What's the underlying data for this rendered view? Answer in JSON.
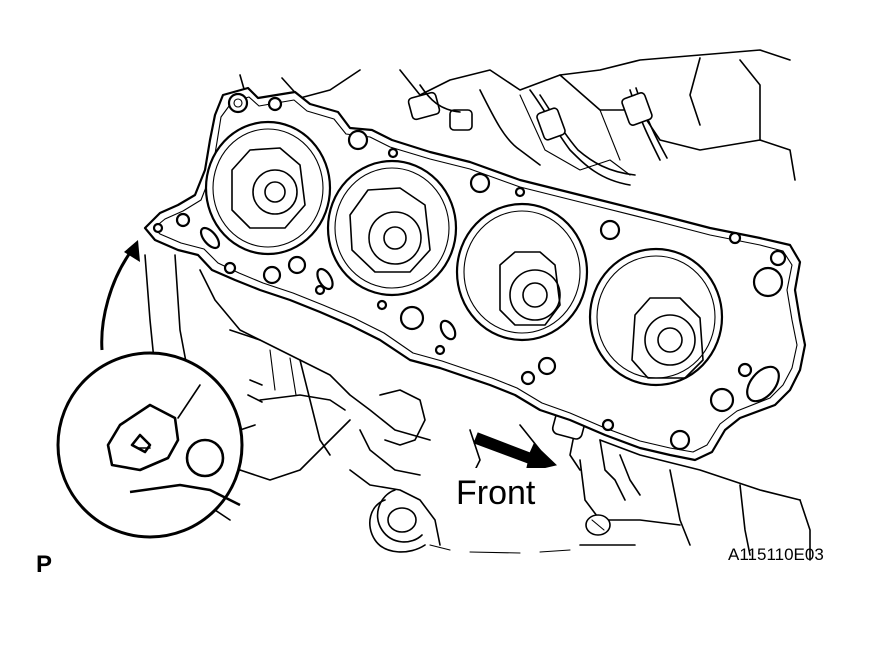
{
  "labels": {
    "front": "Front",
    "figure_id": "A115110E03",
    "page_marker": "P"
  },
  "icons": {
    "direction_arrow": "front-arrow-icon",
    "detail_pointer": "curved-arrow-icon"
  }
}
